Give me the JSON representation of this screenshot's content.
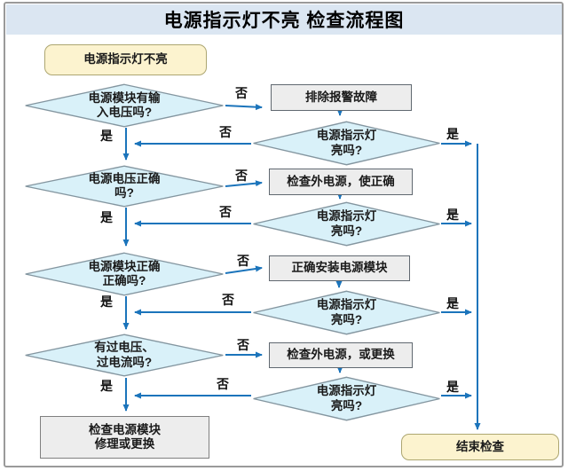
{
  "title": "电源指示灯不亮 检查流程图",
  "colors": {
    "title_band": "#dbe6f2",
    "arrow_blue": "#1b74bb",
    "diamond_fill": "#d9f1f9",
    "diamond_border": "#8496a0",
    "action_fill": "#ededed",
    "terminal_fill": "#fcf3cf",
    "terminal_border": "#ada671",
    "frame_border": "#9a9a9a"
  },
  "nodes": {
    "start": {
      "label": "电源指示灯不亮"
    },
    "d1": {
      "label": "电源模块有输\n入电压吗?"
    },
    "a1": {
      "label": "排除报警故障"
    },
    "r1": {
      "label": "电源指示灯\n亮吗?"
    },
    "d2": {
      "label": "电源电压正确\n吗?"
    },
    "a2": {
      "label": "检查外电源，使正确"
    },
    "r2": {
      "label": "电源指示灯\n亮吗?"
    },
    "d3": {
      "label": "电源模块正确\n正确吗?"
    },
    "a3": {
      "label": "正确安装电源模块"
    },
    "r3": {
      "label": "电源指示灯\n亮吗?"
    },
    "d4": {
      "label": "有过电压、\n过电流吗?"
    },
    "a4": {
      "label": "检查外电源，或更换"
    },
    "r4": {
      "label": "电源指示灯\n亮吗?"
    },
    "fix": {
      "label": "检查电源模块\n修理或更换"
    },
    "end": {
      "label": "结束检查"
    }
  },
  "edge_labels": {
    "yes": "是",
    "no": "否"
  }
}
